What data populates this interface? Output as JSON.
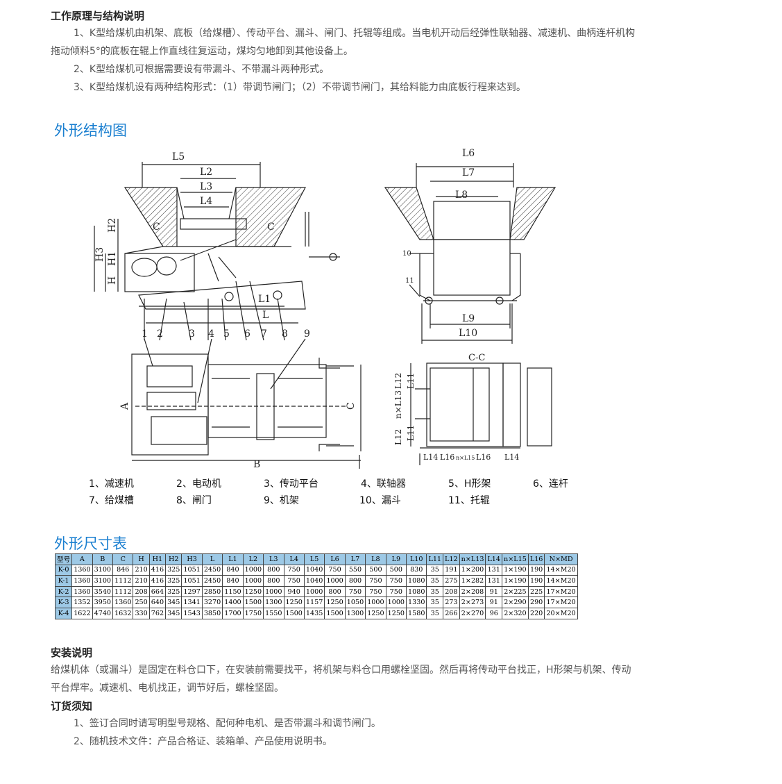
{
  "principle": {
    "title": "工作原理与结构说明",
    "p1a": "1、K型给煤机由机架、底板（给煤槽）、传动平台、漏斗、闸门、托辊等组成。当电机开动后经弹性联轴器、减速机、曲柄连杆机构",
    "p1b": "拖动倾料5°的底板在辊上作直线往复运动，煤均匀地卸到其他设备上。",
    "p2": "2、K型给煤机可根据需要设有带漏斗、不带漏斗两种形式。",
    "p3": "3、K型给煤机设有两种结构形式：（1）带调节闸门；（2）不带调节闸门，其给料能力由底板行程来达到。"
  },
  "drawing": {
    "title": "外形结构图",
    "labels": {
      "L": "L",
      "L1": "L1",
      "L2": "L2",
      "L3": "L3",
      "L4": "L4",
      "L5": "L5",
      "L6": "L6",
      "L7": "L7",
      "L8": "L8",
      "L9": "L9",
      "L10": "L10",
      "L11": "L11",
      "L12": "L12",
      "L14": "L14",
      "L16": "L16",
      "nL13": "n×L13",
      "nL15": "n×L15",
      "H": "H",
      "H1": "H1",
      "H2": "H2",
      "H3": "H3",
      "A": "A",
      "B": "B",
      "C": "C",
      "CC": "C-C",
      "n1": "1",
      "n2": "2",
      "n3": "3",
      "n4": "4",
      "n5": "5",
      "n6": "6",
      "n7": "7",
      "n8": "8",
      "n9": "9",
      "n10": "10",
      "n11": "11"
    },
    "legend": [
      "1、减速机",
      "2、电动机",
      "3、传动平台",
      "4、联轴器",
      "5、H形架",
      "6、连杆",
      "7、给煤槽",
      "8、闸门",
      "9、机架",
      "10、漏斗",
      "11、托辊"
    ]
  },
  "table": {
    "title": "外形尺寸表",
    "headers": [
      "型号",
      "A",
      "B",
      "C",
      "H",
      "H1",
      "H2",
      "H3",
      "L",
      "L1",
      "L2",
      "L3",
      "L4",
      "L5",
      "L6",
      "L7",
      "L8",
      "L9",
      "L10",
      "L11",
      "L12",
      "n×L13",
      "L14",
      "n×L15",
      "L16",
      "N×MD"
    ],
    "rows": [
      [
        "K-0",
        "1360",
        "3100",
        "846",
        "210",
        "416",
        "325",
        "1051",
        "2450",
        "840",
        "1000",
        "800",
        "750",
        "1040",
        "750",
        "550",
        "500",
        "500",
        "830",
        "35",
        "191",
        "1×200",
        "131",
        "1×190",
        "190",
        "14×M20"
      ],
      [
        "K-1",
        "1360",
        "3100",
        "1112",
        "210",
        "416",
        "325",
        "1051",
        "2450",
        "840",
        "1000",
        "800",
        "750",
        "1040",
        "1000",
        "800",
        "750",
        "750",
        "1080",
        "35",
        "275",
        "1×282",
        "131",
        "1×190",
        "190",
        "14×M20"
      ],
      [
        "K-2",
        "1360",
        "3540",
        "1112",
        "208",
        "664",
        "325",
        "1297",
        "2850",
        "1150",
        "1250",
        "1000",
        "940",
        "1000",
        "800",
        "750",
        "750",
        "750",
        "1080",
        "35",
        "208",
        "2×208",
        "91",
        "2×225",
        "225",
        "17×M20"
      ],
      [
        "K-3",
        "1352",
        "3950",
        "1360",
        "250",
        "640",
        "345",
        "1341",
        "3270",
        "1400",
        "1500",
        "1300",
        "1250",
        "1157",
        "1250",
        "1050",
        "1000",
        "1000",
        "1330",
        "35",
        "273",
        "2×273",
        "91",
        "2×290",
        "290",
        "17×M20"
      ],
      [
        "K-4",
        "1622",
        "4740",
        "1632",
        "330",
        "762",
        "345",
        "1543",
        "3850",
        "1700",
        "1750",
        "1550",
        "1500",
        "1435",
        "1500",
        "1300",
        "1250",
        "1250",
        "1580",
        "35",
        "266",
        "2×270",
        "96",
        "2×320",
        "220",
        "20×M20"
      ]
    ]
  },
  "install": {
    "title": "安装说明",
    "p1": "给煤机体（或漏斗）是固定在料仓口下，在安装前需要找平，将机架与料仓口用螺栓坚固。然后再将传动平台找正，H形架与机架、传动",
    "p2": "平台焊牢。减速机、电机找正，调节好后，螺栓坚固。"
  },
  "order": {
    "title": "订货须知",
    "p1": "1、签订合同时请写明型号规格、配何种电机、是否带漏斗和调节闸门。",
    "p2": "2、随机技术文件：产品合格证、装箱单、产品使用说明书。"
  }
}
